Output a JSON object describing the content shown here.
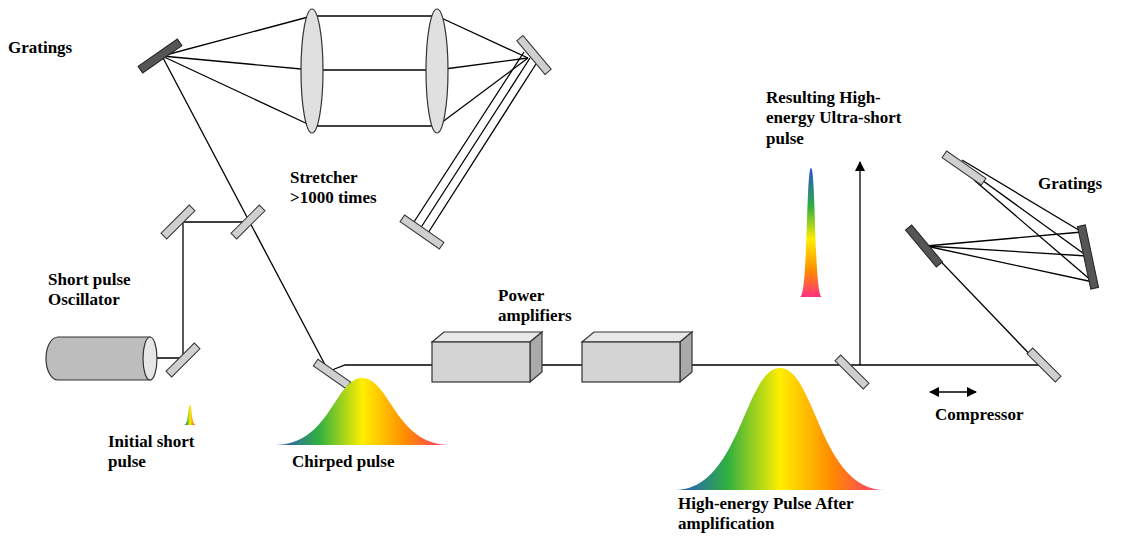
{
  "diagram": {
    "labels": [
      "Gratings",
      "Stretcher >1000 times",
      "Resulting High-energy Ultra-short pulse",
      "Gratings",
      "Short pulse Oscillator",
      "Power amplifiers",
      "Compressor",
      "Initial short pulse",
      "Chirped pulse",
      "High-energy Pulse After amplification"
    ]
  }
}
